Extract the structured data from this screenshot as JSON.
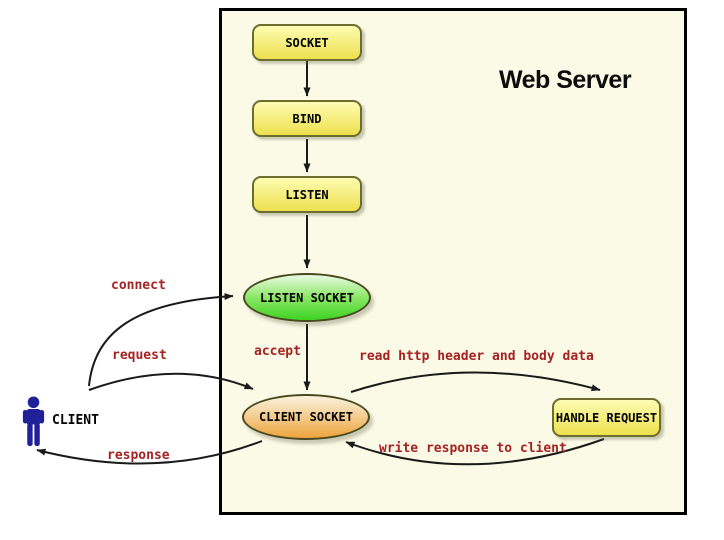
{
  "title": "Web Server",
  "nodes": {
    "socket": "SOCKET",
    "bind": "BIND",
    "listen": "LISTEN",
    "listen_socket": "LISTEN SOCKET",
    "client_socket": "CLIENT SOCKET",
    "handle_request": "HANDLE REQUEST"
  },
  "actor": {
    "label": "CLIENT"
  },
  "edge_labels": {
    "connect": "connect",
    "request": "request",
    "response": "response",
    "accept": "accept",
    "read_http": "read http header and body data",
    "write_response": "write response to client"
  },
  "colors": {
    "server-bg": "#FAFAE6",
    "server-border": "#000000",
    "box-top": "#FEFCB2",
    "box-bottom": "#EDE04E",
    "box-border": "#6D6D2E",
    "ellipse-border": "#4A4A20",
    "green-top": "#EAFBE4",
    "green-mid": "#8BE765",
    "green-bottom": "#3FD324",
    "orange-top": "#FAF3DE",
    "orange-bottom": "#EEA43C",
    "node-text": "#000000",
    "edge-label": "#A52222",
    "arrow": "#1A1A1A",
    "client-icon": "#20209B",
    "shadow": "rgba(110,110,85,0.35)"
  }
}
